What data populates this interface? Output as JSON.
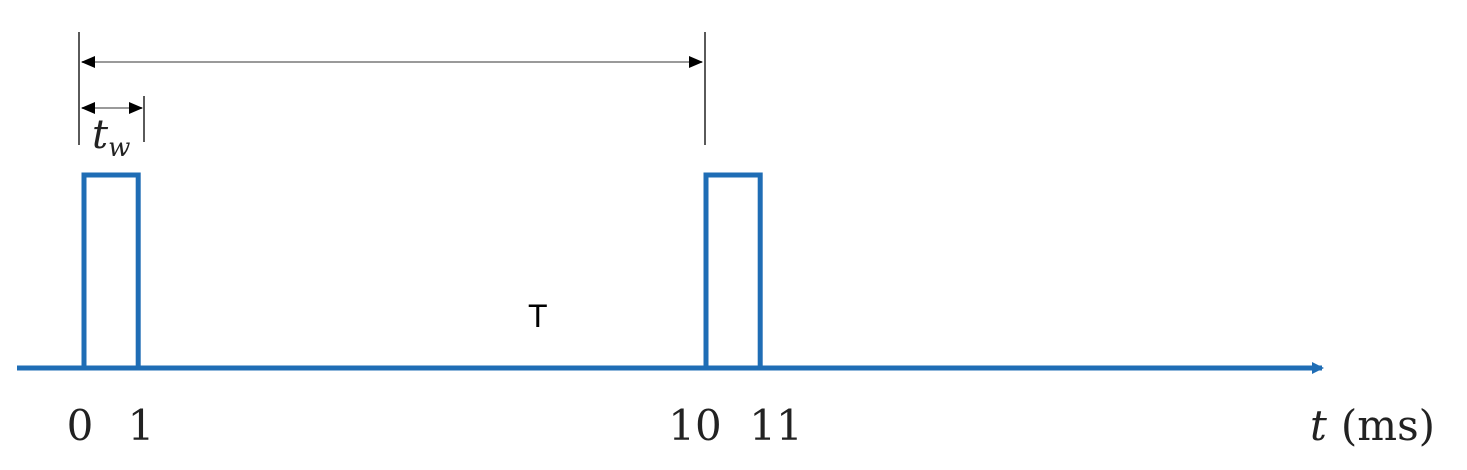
{
  "colors": {
    "signal": "#1f6db5",
    "dimension": "#000000",
    "dimension_line": "#9a9a9a",
    "text": "#222222"
  },
  "waveform": {
    "pulse_rising_edges_ms": [
      0,
      10
    ],
    "pulse_width_ms": 1,
    "baseline_level": 0,
    "high_level": 1
  },
  "labels": {
    "pulse_width_symbol": "t",
    "pulse_width_subscript": "w",
    "period_symbol": "T",
    "axis_symbol": "t",
    "axis_unit": "(ms)"
  },
  "ticks": [
    {
      "value": 0,
      "label": "0"
    },
    {
      "value": 1,
      "label": "1"
    },
    {
      "value": 10,
      "label": "10"
    },
    {
      "value": 11,
      "label": "11"
    }
  ]
}
